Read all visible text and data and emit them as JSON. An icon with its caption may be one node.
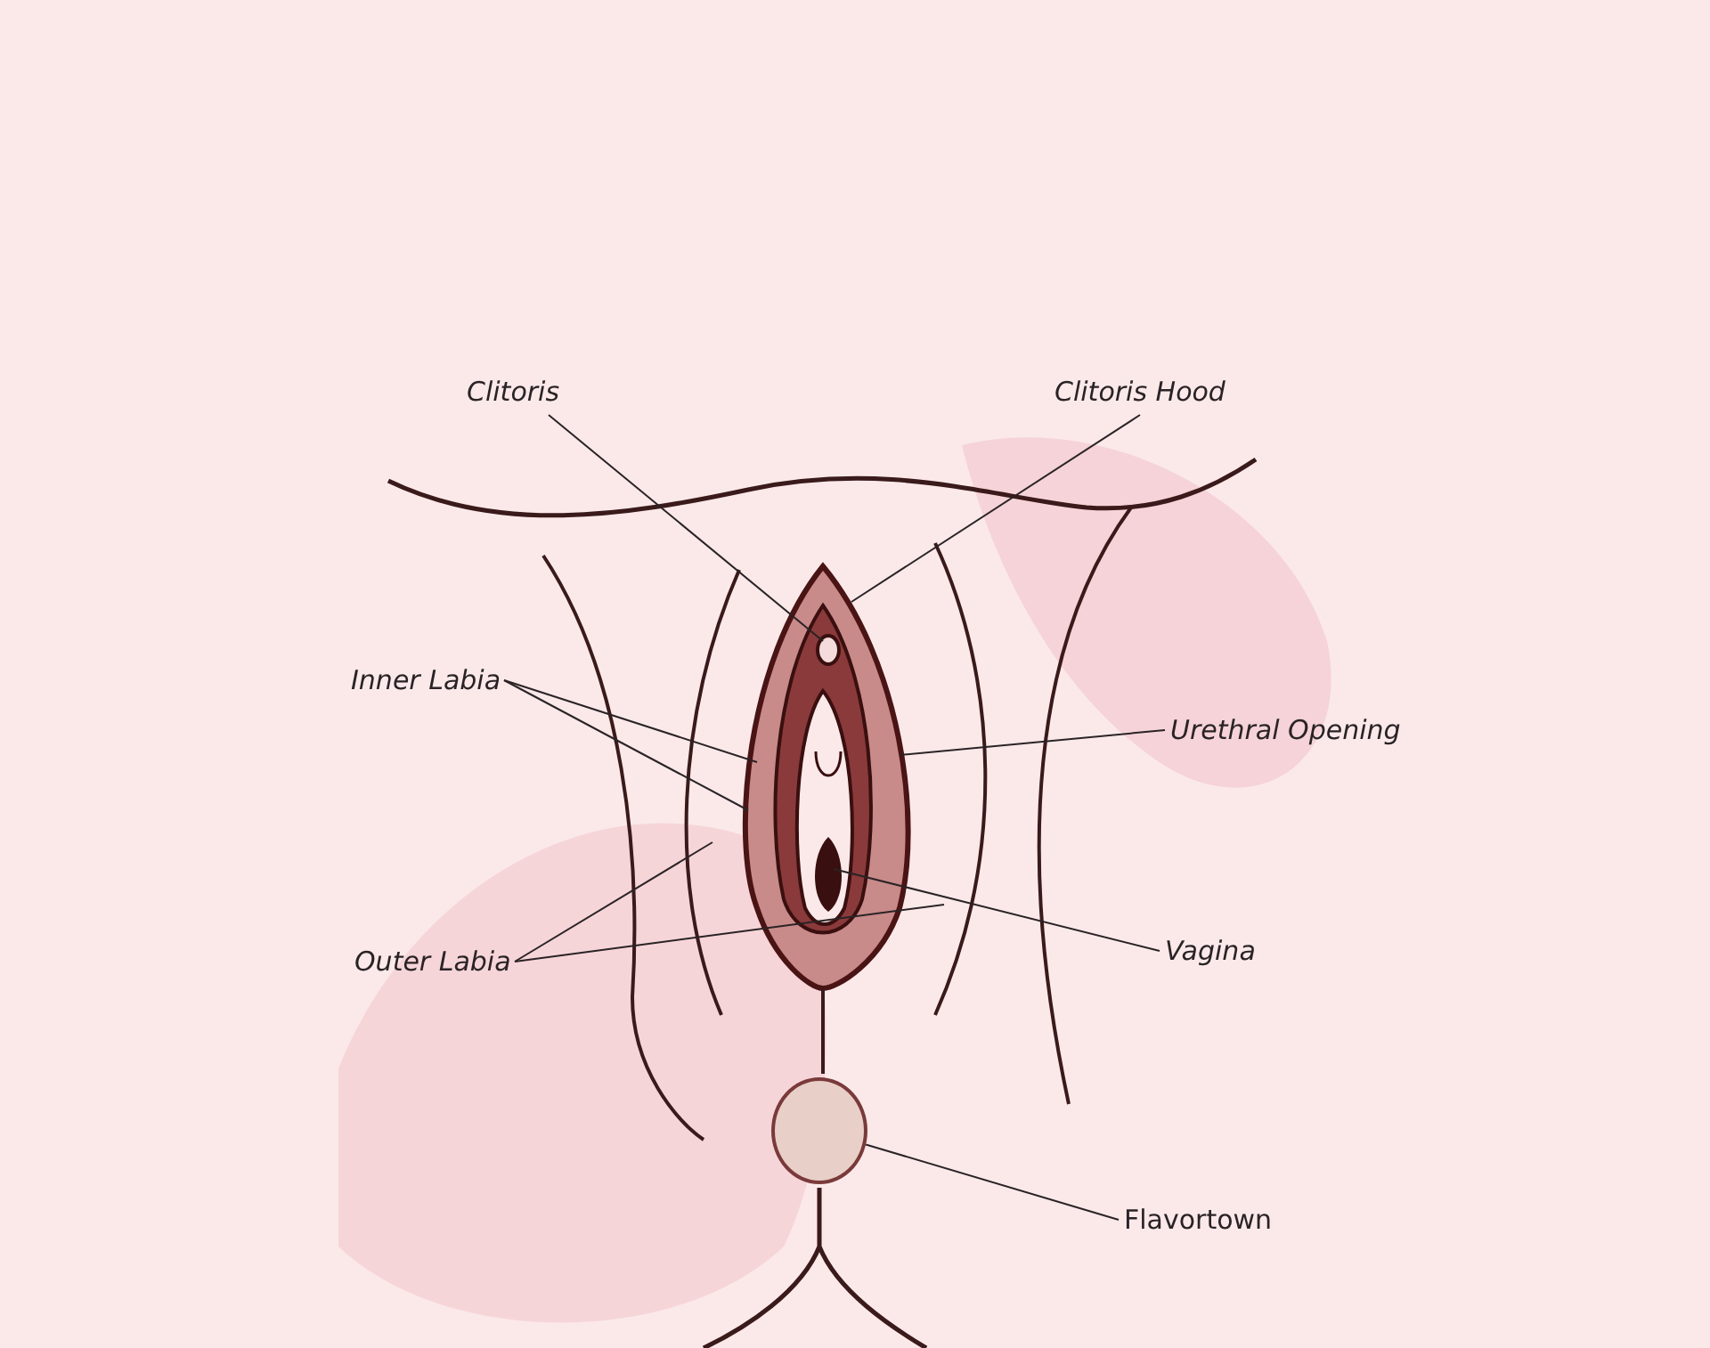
{
  "diagram": {
    "nodes": [
      {
        "text": [
          "Clitoris"
        ]
      },
      {
        "text": [
          "Clitoris Hood"
        ]
      },
      {
        "text": [
          "Inner Labia"
        ]
      },
      {
        "text": [
          "Urethral Opening"
        ]
      },
      {
        "text": [
          "Outer Labia"
        ]
      },
      {
        "text": [
          "Vagina"
        ]
      },
      {
        "text": [
          "Flavortown"
        ]
      },
      {
        "text": [],
        "shape": "circle"
      }
    ],
    "edges": [
      {
        "from": 0,
        "to": null,
        "arrow": "none"
      },
      {
        "from": 1,
        "to": null,
        "arrow": "none"
      },
      {
        "from": 2,
        "to": null,
        "arrow": "none"
      },
      {
        "from": 2,
        "to": null,
        "arrow": "none"
      },
      {
        "from": 3,
        "to": null,
        "arrow": "none"
      },
      {
        "from": 4,
        "to": null,
        "arrow": "none"
      },
      {
        "from": 4,
        "to": null,
        "arrow": "none"
      },
      {
        "from": 5,
        "to": null,
        "arrow": "none"
      },
      {
        "from": 6,
        "to": 7,
        "arrow": "none"
      }
    ]
  }
}
